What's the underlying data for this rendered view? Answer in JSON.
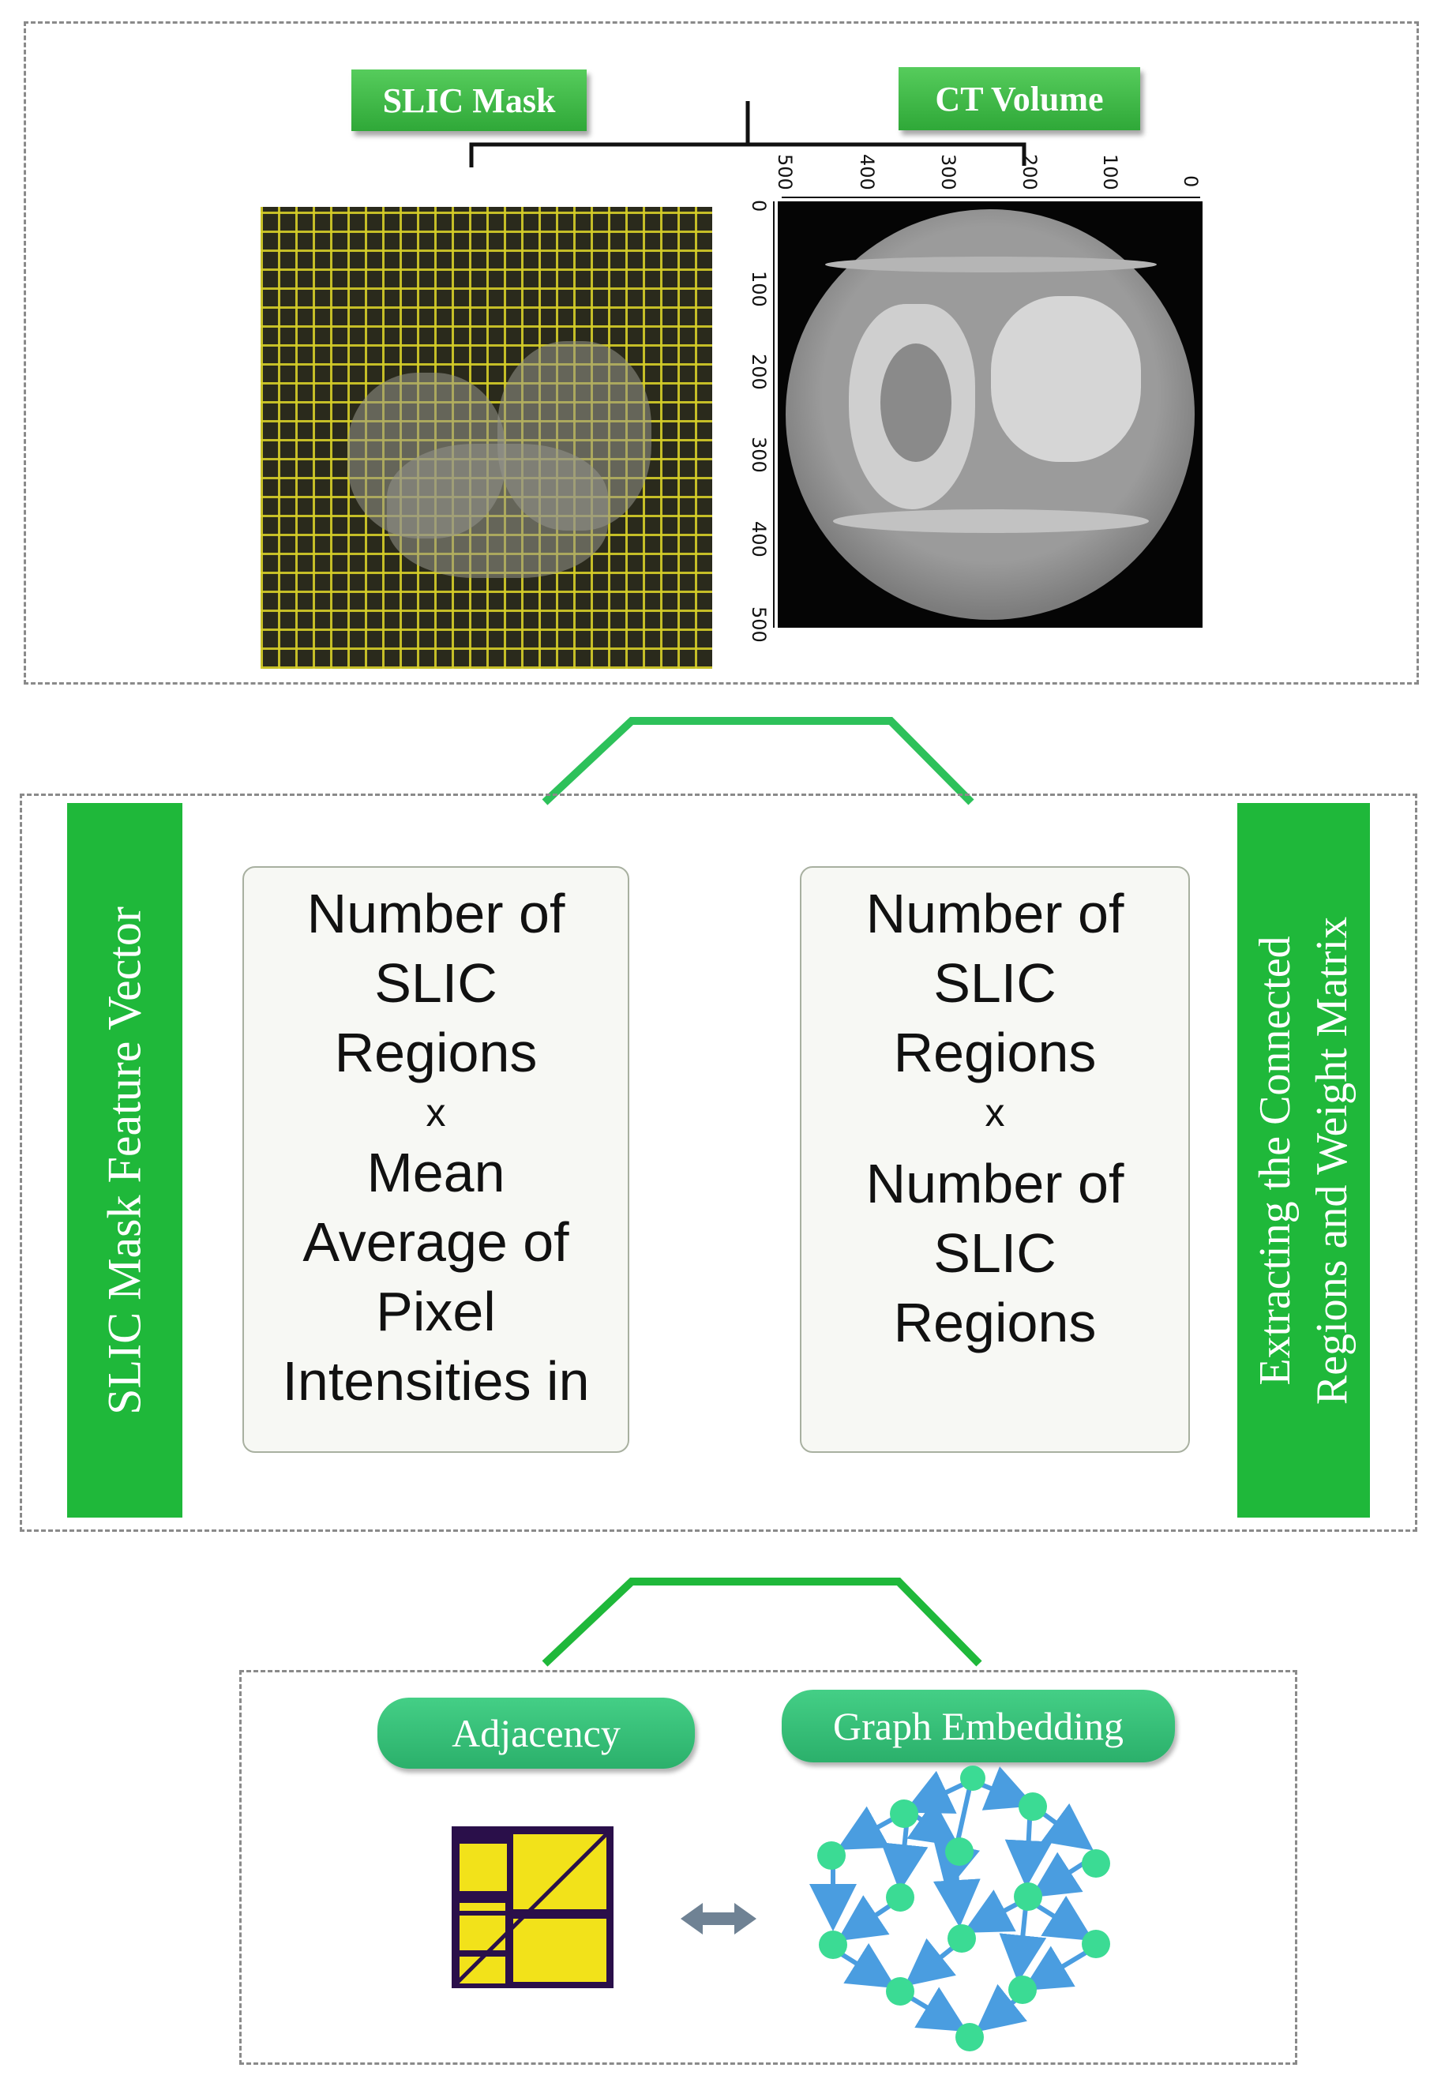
{
  "top": {
    "slic_mask_label": "SLIC Mask",
    "ct_volume_label": "CT Volume",
    "ct_axis_top_ticks": [
      "500",
      "400",
      "300",
      "200",
      "100",
      "0"
    ],
    "ct_axis_left_ticks": [
      "0",
      "100",
      "200",
      "300",
      "400",
      "500"
    ]
  },
  "middle": {
    "left_vertical_label": "SLIC Mask Feature Vector",
    "right_vertical_label_line1": "Extracting the Connected",
    "right_vertical_label_line2": "Regions and Weight Matrix",
    "left_card": {
      "lines": [
        "Number of",
        "SLIC",
        "Regions",
        "x",
        "Mean",
        "Average of",
        "Pixel",
        "Intensities in"
      ]
    },
    "right_card": {
      "lines": [
        "Number of",
        "SLIC",
        "Regions",
        "x",
        "Number of",
        "SLIC",
        "Regions"
      ]
    }
  },
  "bottom": {
    "adjacency_label": "Adjacency",
    "graph_embedding_label": "Graph Embedding"
  },
  "colors": {
    "green_label": "#3dbb45",
    "connector_green": "#2dc15a",
    "node_green": "#3bdb94",
    "edge_blue": "#4a9de0",
    "adjacency_yellow": "#f2e21a",
    "adjacency_purple": "#2a0f4a"
  }
}
